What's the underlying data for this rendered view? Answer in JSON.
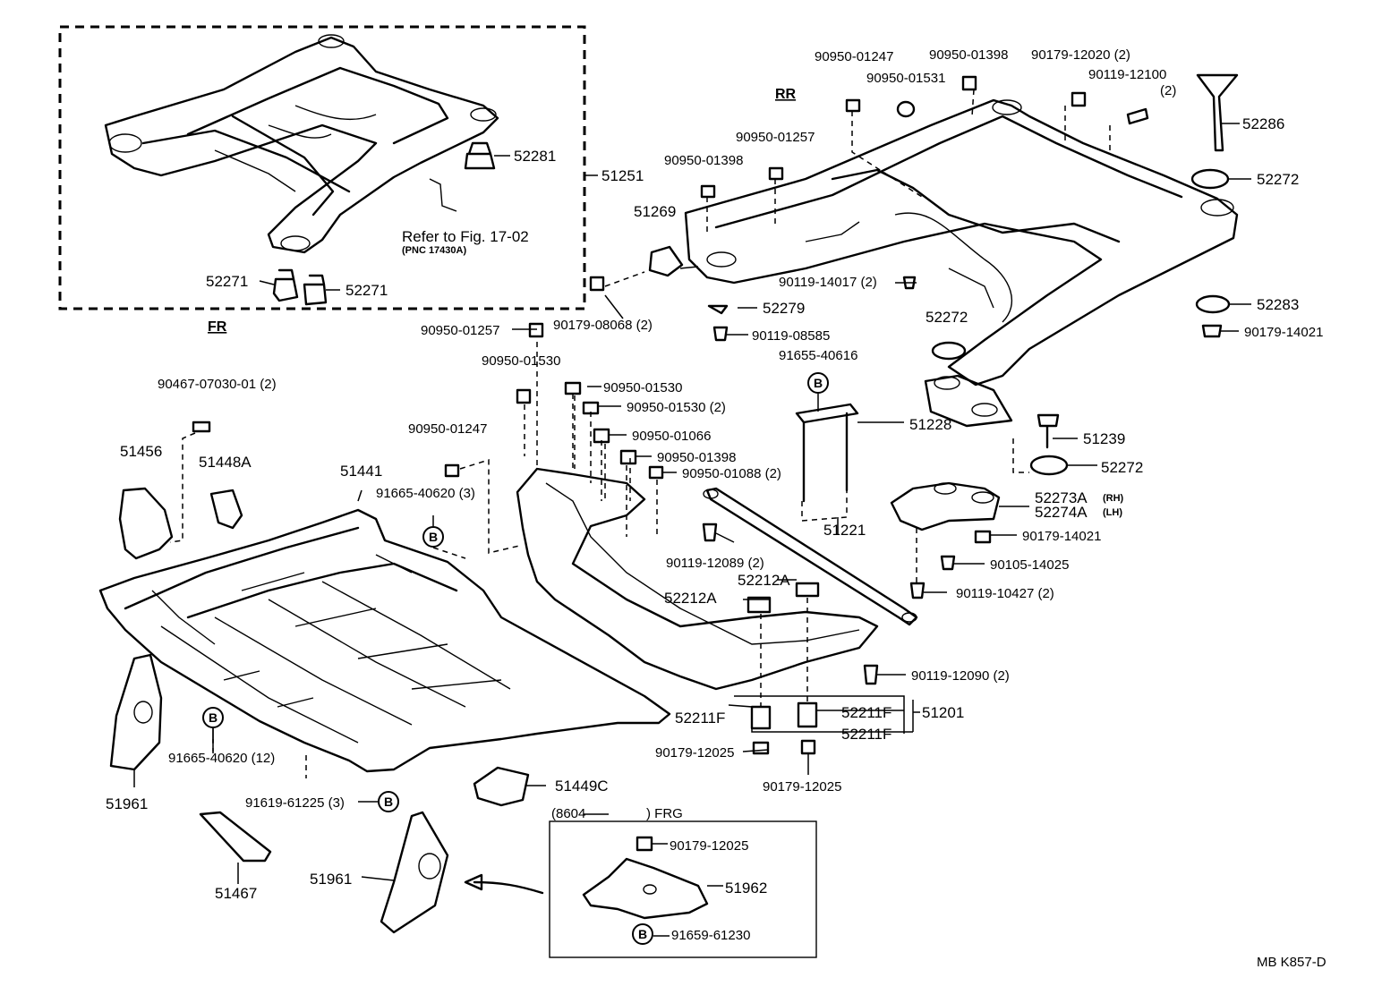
{
  "direction_labels": {
    "rear": "RR",
    "front": "FR"
  },
  "reference_note": {
    "line1": "Refer to Fig. 17-02",
    "line2": "(PNC 17430A)"
  },
  "inset_header": {
    "range_start": "(8604",
    "range_end": ") FRG"
  },
  "bolt_marker": "B",
  "diagram_code": "MB K857-D",
  "part_labels": {
    "p51251": "51251",
    "p52281": "52281",
    "p52271_l": "52271",
    "p52271_r": "52271",
    "p90950_01247_top": "90950-01247",
    "p90950_01398_top": "90950-01398",
    "p90179_12020": "90179-12020 (2)",
    "p90950_01531": "90950-01531",
    "p90119_12100": "90119-12100",
    "p90119_12100_qty": "(2)",
    "p52286": "52286",
    "p90950_01257_top": "90950-01257",
    "p90950_01398_mid": "90950-01398",
    "p52272_top": "52272",
    "p51269": "51269",
    "p90119_14017": "90119-14017 (2)",
    "p52283": "52283",
    "p90179_08068": "90179-08068 (2)",
    "p52279": "52279",
    "p52272_mid": "52272",
    "p90179_14021_top": "90179-14021",
    "p90950_01257_mid": "90950-01257",
    "p90119_08585": "90119-08585",
    "p91655_40616": "91655-40616",
    "p90950_01530_a": "90950-01530",
    "p90950_01530_b": "90950-01530",
    "p90950_01530_c": "90950-01530 (2)",
    "p90467": "90467-07030-01 (2)",
    "p51228": "51228",
    "p90950_01066": "90950-01066",
    "p51239": "51239",
    "p90950_01247_mid": "90950-01247",
    "p90950_01398_low": "90950-01398",
    "p90950_01088": "90950-01088 (2)",
    "p52272_low": "52272",
    "p51456": "51456",
    "p51448A": "51448A",
    "p51441": "51441",
    "p91665_40620_3": "91665-40620 (3)",
    "p52273A": "52273A",
    "p52273A_side": "(RH)",
    "p52274A": "52274A",
    "p52274A_side": "(LH)",
    "p51221": "51221",
    "p90179_14021_low": "90179-14021",
    "p90119_12089": "90119-12089 (2)",
    "p90105_14025": "90105-14025",
    "p52212A_a": "52212A",
    "p52212A_b": "52212A",
    "p90119_10427": "90119-10427 (2)",
    "p90119_12090": "90119-12090 (2)",
    "p52211F_a": "52211F",
    "p52211F_b": "52211F",
    "p52211F_c": "52211F",
    "p51201": "51201",
    "p91665_40620_12": "91665-40620 (12)",
    "p90179_12025_a": "90179-12025",
    "p90179_12025_b": "90179-12025",
    "p51961_a": "51961",
    "p51449C": "51449C",
    "p91619_61225": "91619-61225 (3)",
    "p90179_12025_c": "90179-12025",
    "p51962": "51962",
    "p51961_b": "51961",
    "p51467": "51467",
    "p91659_61230": "91659-61230"
  }
}
